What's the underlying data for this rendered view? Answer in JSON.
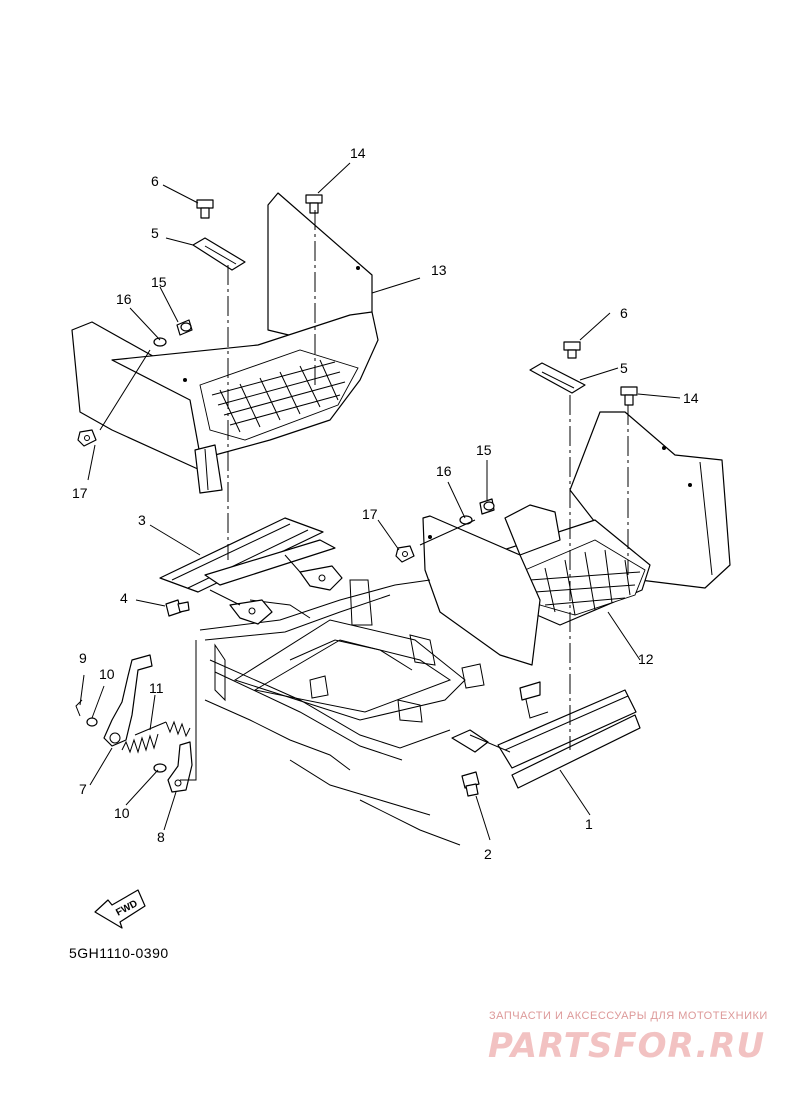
{
  "labels": {
    "l1": "1",
    "l2": "2",
    "l3": "3",
    "l4": "4",
    "l5a": "5",
    "l5b": "5",
    "l6a": "6",
    "l6b": "6",
    "l7": "7",
    "l8": "8",
    "l9": "9",
    "l10a": "10",
    "l10b": "10",
    "l11": "11",
    "l12": "12",
    "l13": "13",
    "l14a": "14",
    "l14b": "14",
    "l15a": "15",
    "l15b": "15",
    "l16a": "16",
    "l16b": "16",
    "l17a": "17",
    "l17b": "17"
  },
  "fwd_text": "FWD",
  "diagram_code": "5GH1110-0390",
  "watermark": {
    "tagline": "ЗАПЧАСТИ И АКСЕССУАРЫ ДЛЯ МОТОТЕХНИКИ",
    "logo": "PARTSFOR.RU",
    "color": "#e8a0a0"
  }
}
